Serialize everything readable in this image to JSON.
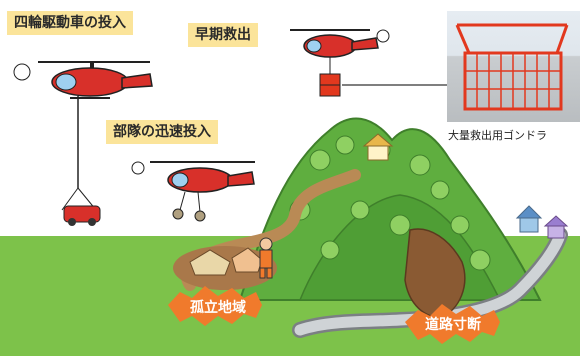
{
  "labels": {
    "four_wheel": "四輪駆動車の投入",
    "early_rescue": "早期救出",
    "troops": "部隊の迅速投入",
    "gondola": "大量救出用ゴンドラ",
    "isolated": "孤立地域",
    "road_cut": "道路寸断"
  },
  "colors": {
    "helicopter": "#d8302a",
    "label_bg": "#fbe49a",
    "burst": "#f07a2c",
    "hill": "#5fae3f",
    "ground": "#7dc24a",
    "road": "#cfd3d6",
    "gondola": "#e2381e"
  }
}
